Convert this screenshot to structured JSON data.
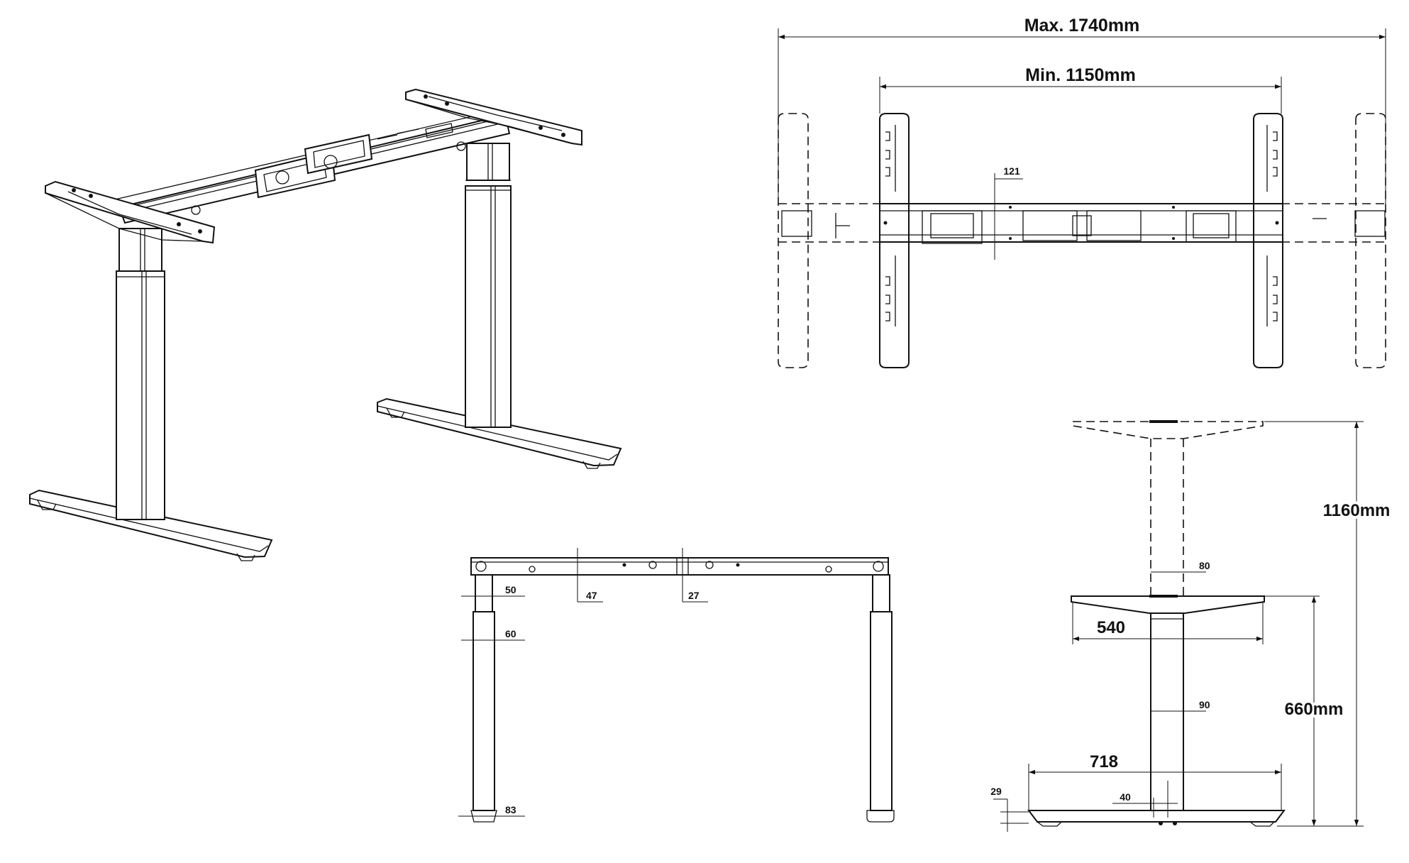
{
  "dimensions": {
    "max_width": "Max. 1740mm",
    "min_width": "Min. 1150mm",
    "beam_offset": "121",
    "max_height": "1160mm",
    "min_height": "660mm",
    "top_bracket_width": "540",
    "foot_length": "718",
    "upper_column_width": "80",
    "lower_column_width": "90",
    "foot_height": "29",
    "foot_width": "40",
    "column_stage_1": "50",
    "column_stage_2": "60",
    "crossbar_section_1": "47",
    "crossbar_section_2": "27",
    "leveler_width": "83"
  },
  "colors": {
    "line": "#111111",
    "background": "#ffffff"
  }
}
